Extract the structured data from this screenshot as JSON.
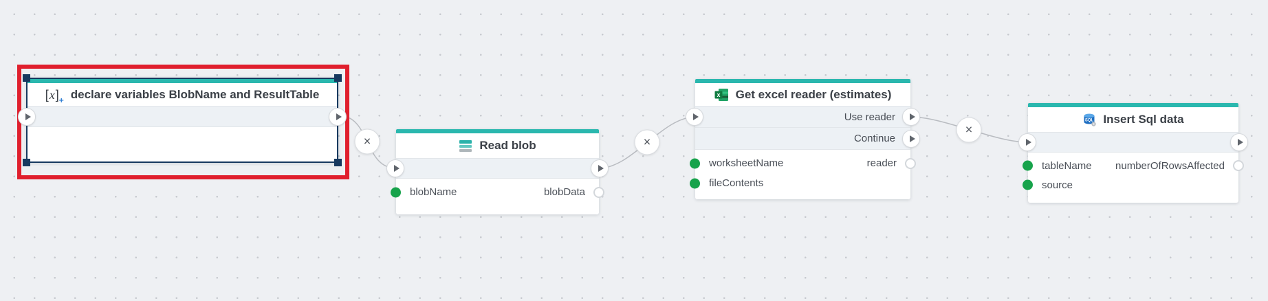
{
  "ui": {
    "delete_glyph": "×"
  },
  "icons": {
    "variable_open": "[",
    "variable_x": "x",
    "variable_close": "]",
    "variable_plus": "+",
    "excel_letter": "x",
    "sql_label": "SQL"
  },
  "colors": {
    "accent_teal": "#2ab7ae",
    "selection_navy": "#17395f",
    "highlight_red": "#e01f2d",
    "input_port_green": "#17a34b",
    "wire_gray": "#b9bcc1"
  },
  "nodes": [
    {
      "title": "declare variables BlobName and ResultTable"
    },
    {
      "title": "Read blob",
      "inputs": [
        "blobName"
      ],
      "outputs": [
        "blobData"
      ]
    },
    {
      "title": "Get excel reader (estimates)",
      "flow_outputs": [
        "Use reader",
        "Continue"
      ],
      "inputs": [
        "worksheetName",
        "fileContents"
      ],
      "outputs": [
        "reader"
      ]
    },
    {
      "title": "Insert Sql data",
      "inputs": [
        "tableName",
        "source"
      ],
      "outputs": [
        "numberOfRowsAffected"
      ]
    }
  ]
}
